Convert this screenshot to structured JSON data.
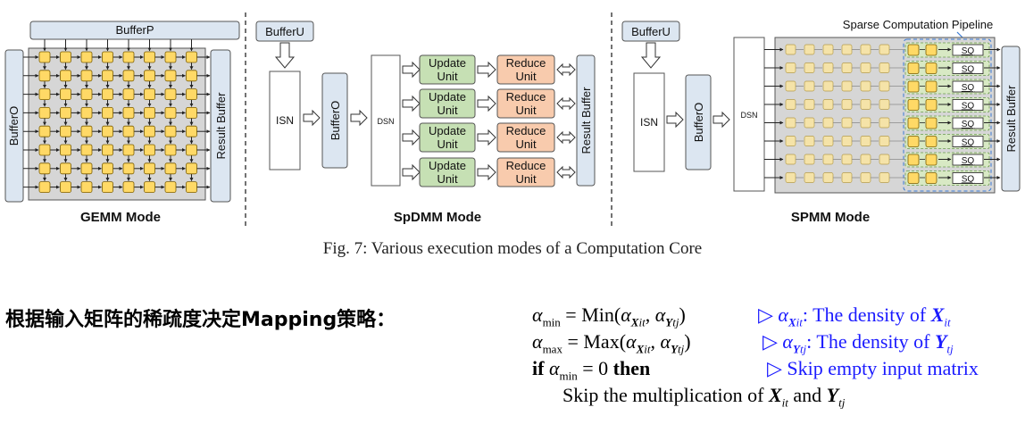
{
  "figure": {
    "panels": {
      "gemm": {
        "bufferP": "BufferP",
        "bufferO": "BufferO",
        "result": "Result Buffer",
        "title": "GEMM Mode"
      },
      "spdmm": {
        "bufferU": "BufferU",
        "isn": "ISN",
        "bufferO": "BufferO",
        "dsn": "DSN",
        "update": [
          "Update",
          "Unit"
        ],
        "reduce": [
          "Reduce",
          "Unit"
        ],
        "result": "Result Buffer",
        "title": "SpDMM Mode"
      },
      "spmm": {
        "pipeline": "Sparse Computation Pipeline",
        "bufferU": "BufferU",
        "isn": "ISN",
        "bufferO": "BufferO",
        "dsn": "DSN",
        "sq": "SQ",
        "result": "Result Buffer",
        "title": "SPMM Mode"
      }
    },
    "caption": "Fig. 7: Various execution modes of a Computation Core"
  },
  "heading": "根据输入矩阵的稀疏度决定Mapping策略：",
  "algorithm": {
    "alpha": "α",
    "min_sub": "min",
    "max_sub": "max",
    "min_fn": "Min",
    "max_fn": "Max",
    "X": "X",
    "Y": "Y",
    "it": "it",
    "tj": "tj",
    "if_kw": "if",
    "then_kw": "then",
    "equals_zero": "= 0",
    "triangle": "▷",
    "density_of": ": The density of",
    "skip_comment": "Skip empty input matrix",
    "skip_line_a": "Skip the multiplication of",
    "and": "and"
  }
}
